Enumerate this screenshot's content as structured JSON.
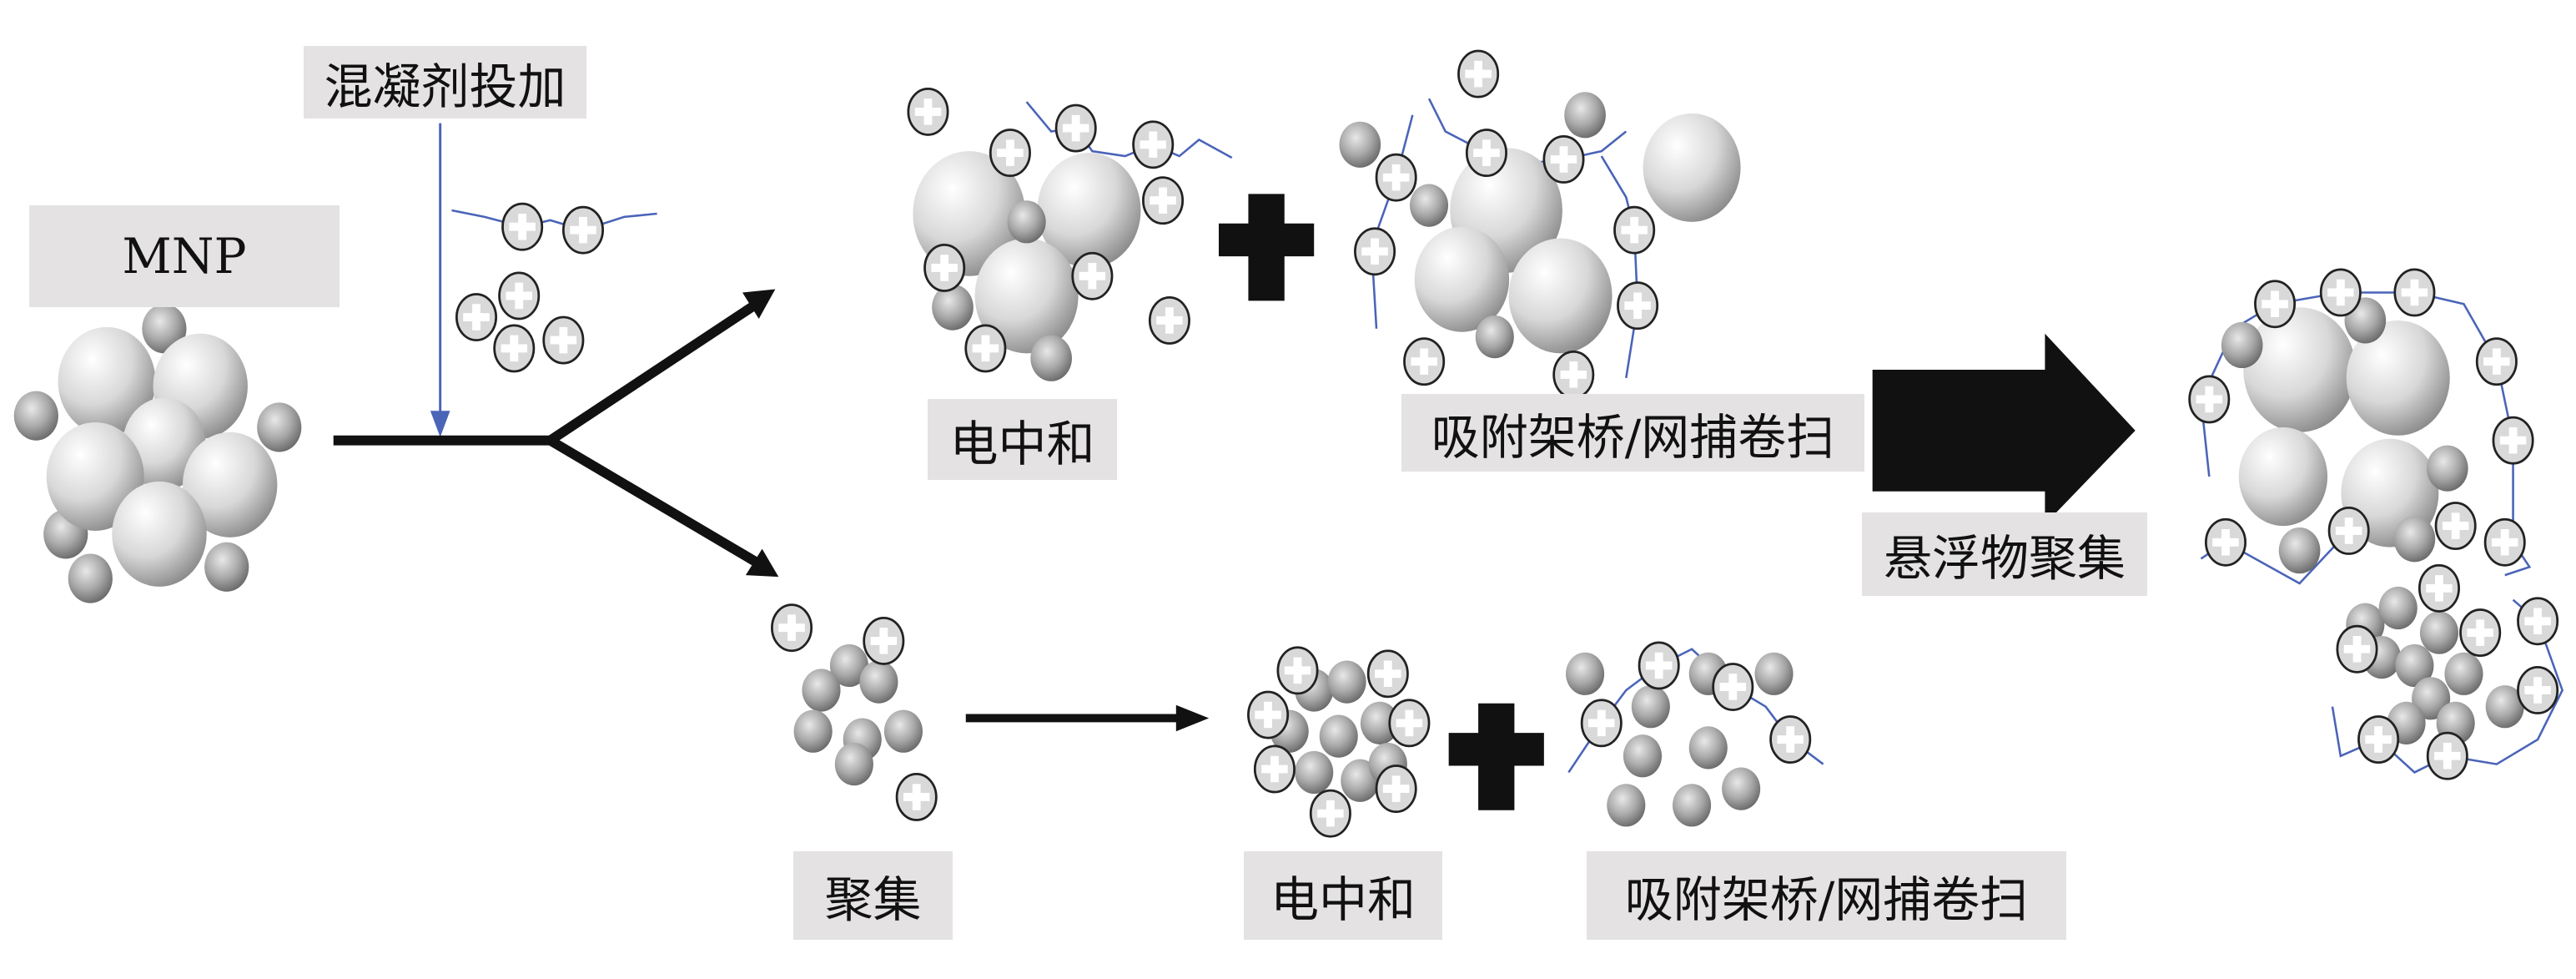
{
  "labels": {
    "coagulant_dosing": "混凝剂投加",
    "mnp": "MNP",
    "charge_neutralization_top": "电中和",
    "adsorption_bridging_top": "吸附架桥/网捕卷扫",
    "suspended_aggregation": "悬浮物聚集",
    "aggregation": "聚集",
    "charge_neutralization_bottom": "电中和",
    "adsorption_bridging_bottom": "吸附架桥/网捕卷扫"
  },
  "colors": {
    "label_bg": "#e4e2e2",
    "arrow": "#111111",
    "polymer": "#4a64b8",
    "dosing_arrow": "#4a64b8"
  }
}
